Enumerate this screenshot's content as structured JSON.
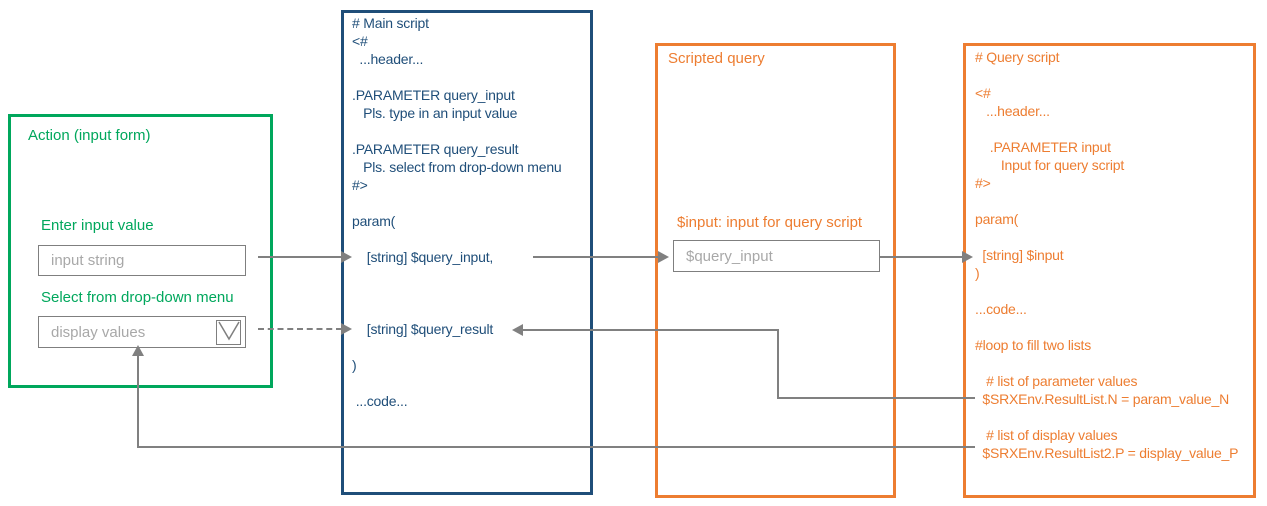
{
  "colors": {
    "green": "#00A75C",
    "blue": "#1F4E79",
    "orange": "#ED7D31",
    "arrow-gray": "#808080",
    "field-border": "#7F7F7F",
    "placeholder": "#A8A8A8"
  },
  "action_form": {
    "title": "Action (input form)",
    "input_label": "Enter input value",
    "input_placeholder": "input string",
    "dropdown_label": "Select from drop-down menu",
    "dropdown_value": "display values"
  },
  "main_script": {
    "lines": [
      "# Main script",
      "<#",
      "  ...header...",
      "",
      ".PARAMETER query_input",
      "   Pls. type in an input value",
      "",
      ".PARAMETER query_result",
      "   Pls. select from drop-down menu",
      "#>",
      "",
      "param(",
      "",
      "    [string] $query_input,",
      "",
      "",
      "",
      "    [string] $query_result",
      "",
      ")",
      "",
      " ...code..."
    ]
  },
  "scripted_query": {
    "title": "Scripted query",
    "field_label": "$input: input for query script",
    "field_value": "$query_input"
  },
  "query_script": {
    "lines": [
      "# Query script",
      "",
      "<#",
      "   ...header...",
      "",
      "    .PARAMETER input",
      "       Input for query script",
      "#>",
      "",
      "param(",
      "",
      "  [string] $input",
      ")",
      "",
      "...code...",
      "",
      "#loop to fill two lists",
      "",
      "   # list of parameter values",
      "  $SRXEnv.ResultList.N = param_value_N",
      "",
      "   # list of display values",
      "  $SRXEnv.ResultList2.P = display_value_P"
    ]
  }
}
